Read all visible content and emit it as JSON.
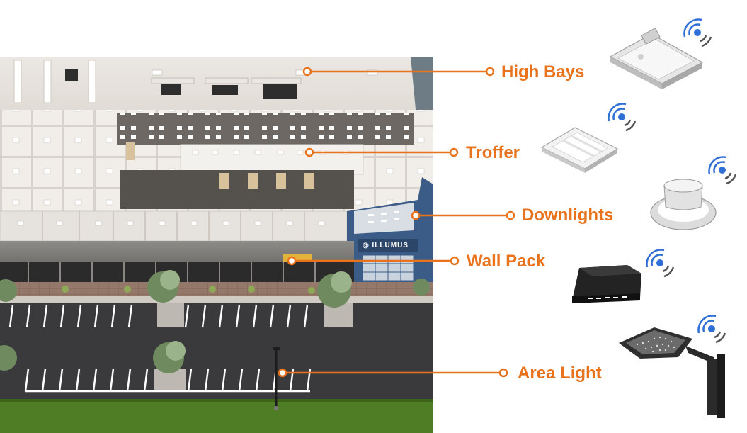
{
  "building": {
    "signage": "ILLUMUS"
  },
  "colors": {
    "accent": "#E8731C",
    "wireless_blue": "#2F6FD6",
    "wireless_gray": "#555555",
    "asphalt": "#3a3a3c",
    "grass": "#4f7d25"
  },
  "fixtures": [
    {
      "label": "High Bays",
      "icon": "high-bay-fixture-icon",
      "wireless": "wireless-signal-icon"
    },
    {
      "label": "Troffer",
      "icon": "troffer-fixture-icon",
      "wireless": "wireless-signal-icon"
    },
    {
      "label": "Downlights",
      "icon": "downlight-fixture-icon",
      "wireless": "wireless-signal-icon"
    },
    {
      "label": "Wall Pack",
      "icon": "wall-pack-fixture-icon",
      "wireless": "wireless-signal-icon"
    },
    {
      "label": "Area Light",
      "icon": "area-light-fixture-icon",
      "wireless": "wireless-signal-icon"
    }
  ]
}
